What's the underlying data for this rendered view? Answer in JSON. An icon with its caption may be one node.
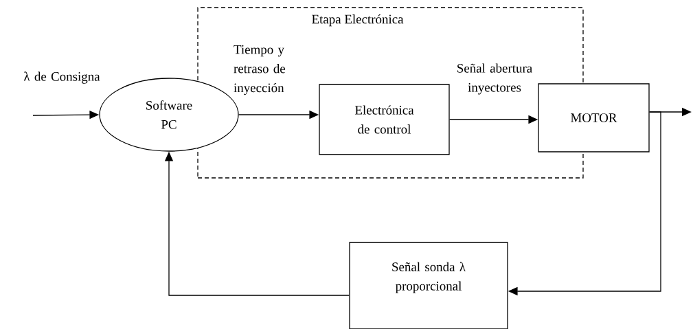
{
  "diagram": {
    "nodes": [
      {
        "text": [
          "Etapa Electrónica"
        ]
      },
      {
        "text": [
          "Software PC"
        ]
      },
      {
        "text": [
          "Electrónica de control"
        ],
        "in": 0
      },
      {
        "text": [
          "MOTOR"
        ]
      },
      {
        "text": [
          "Señal sonda λ proporcional"
        ]
      }
    ],
    "edges": [
      {
        "from": null,
        "to": 1,
        "arrow": "to",
        "label": "λ de Consigna"
      },
      {
        "from": 1,
        "to": 2,
        "arrow": "to",
        "label": "Tiempo y retraso de inyección"
      },
      {
        "from": 2,
        "to": 3,
        "arrow": "to",
        "label": "Señal abertura inyectores"
      },
      {
        "from": 3,
        "to": null,
        "arrow": "to"
      },
      {
        "from": 3,
        "to": 4,
        "arrow": "to"
      },
      {
        "from": 4,
        "to": 1,
        "arrow": "to"
      }
    ]
  }
}
